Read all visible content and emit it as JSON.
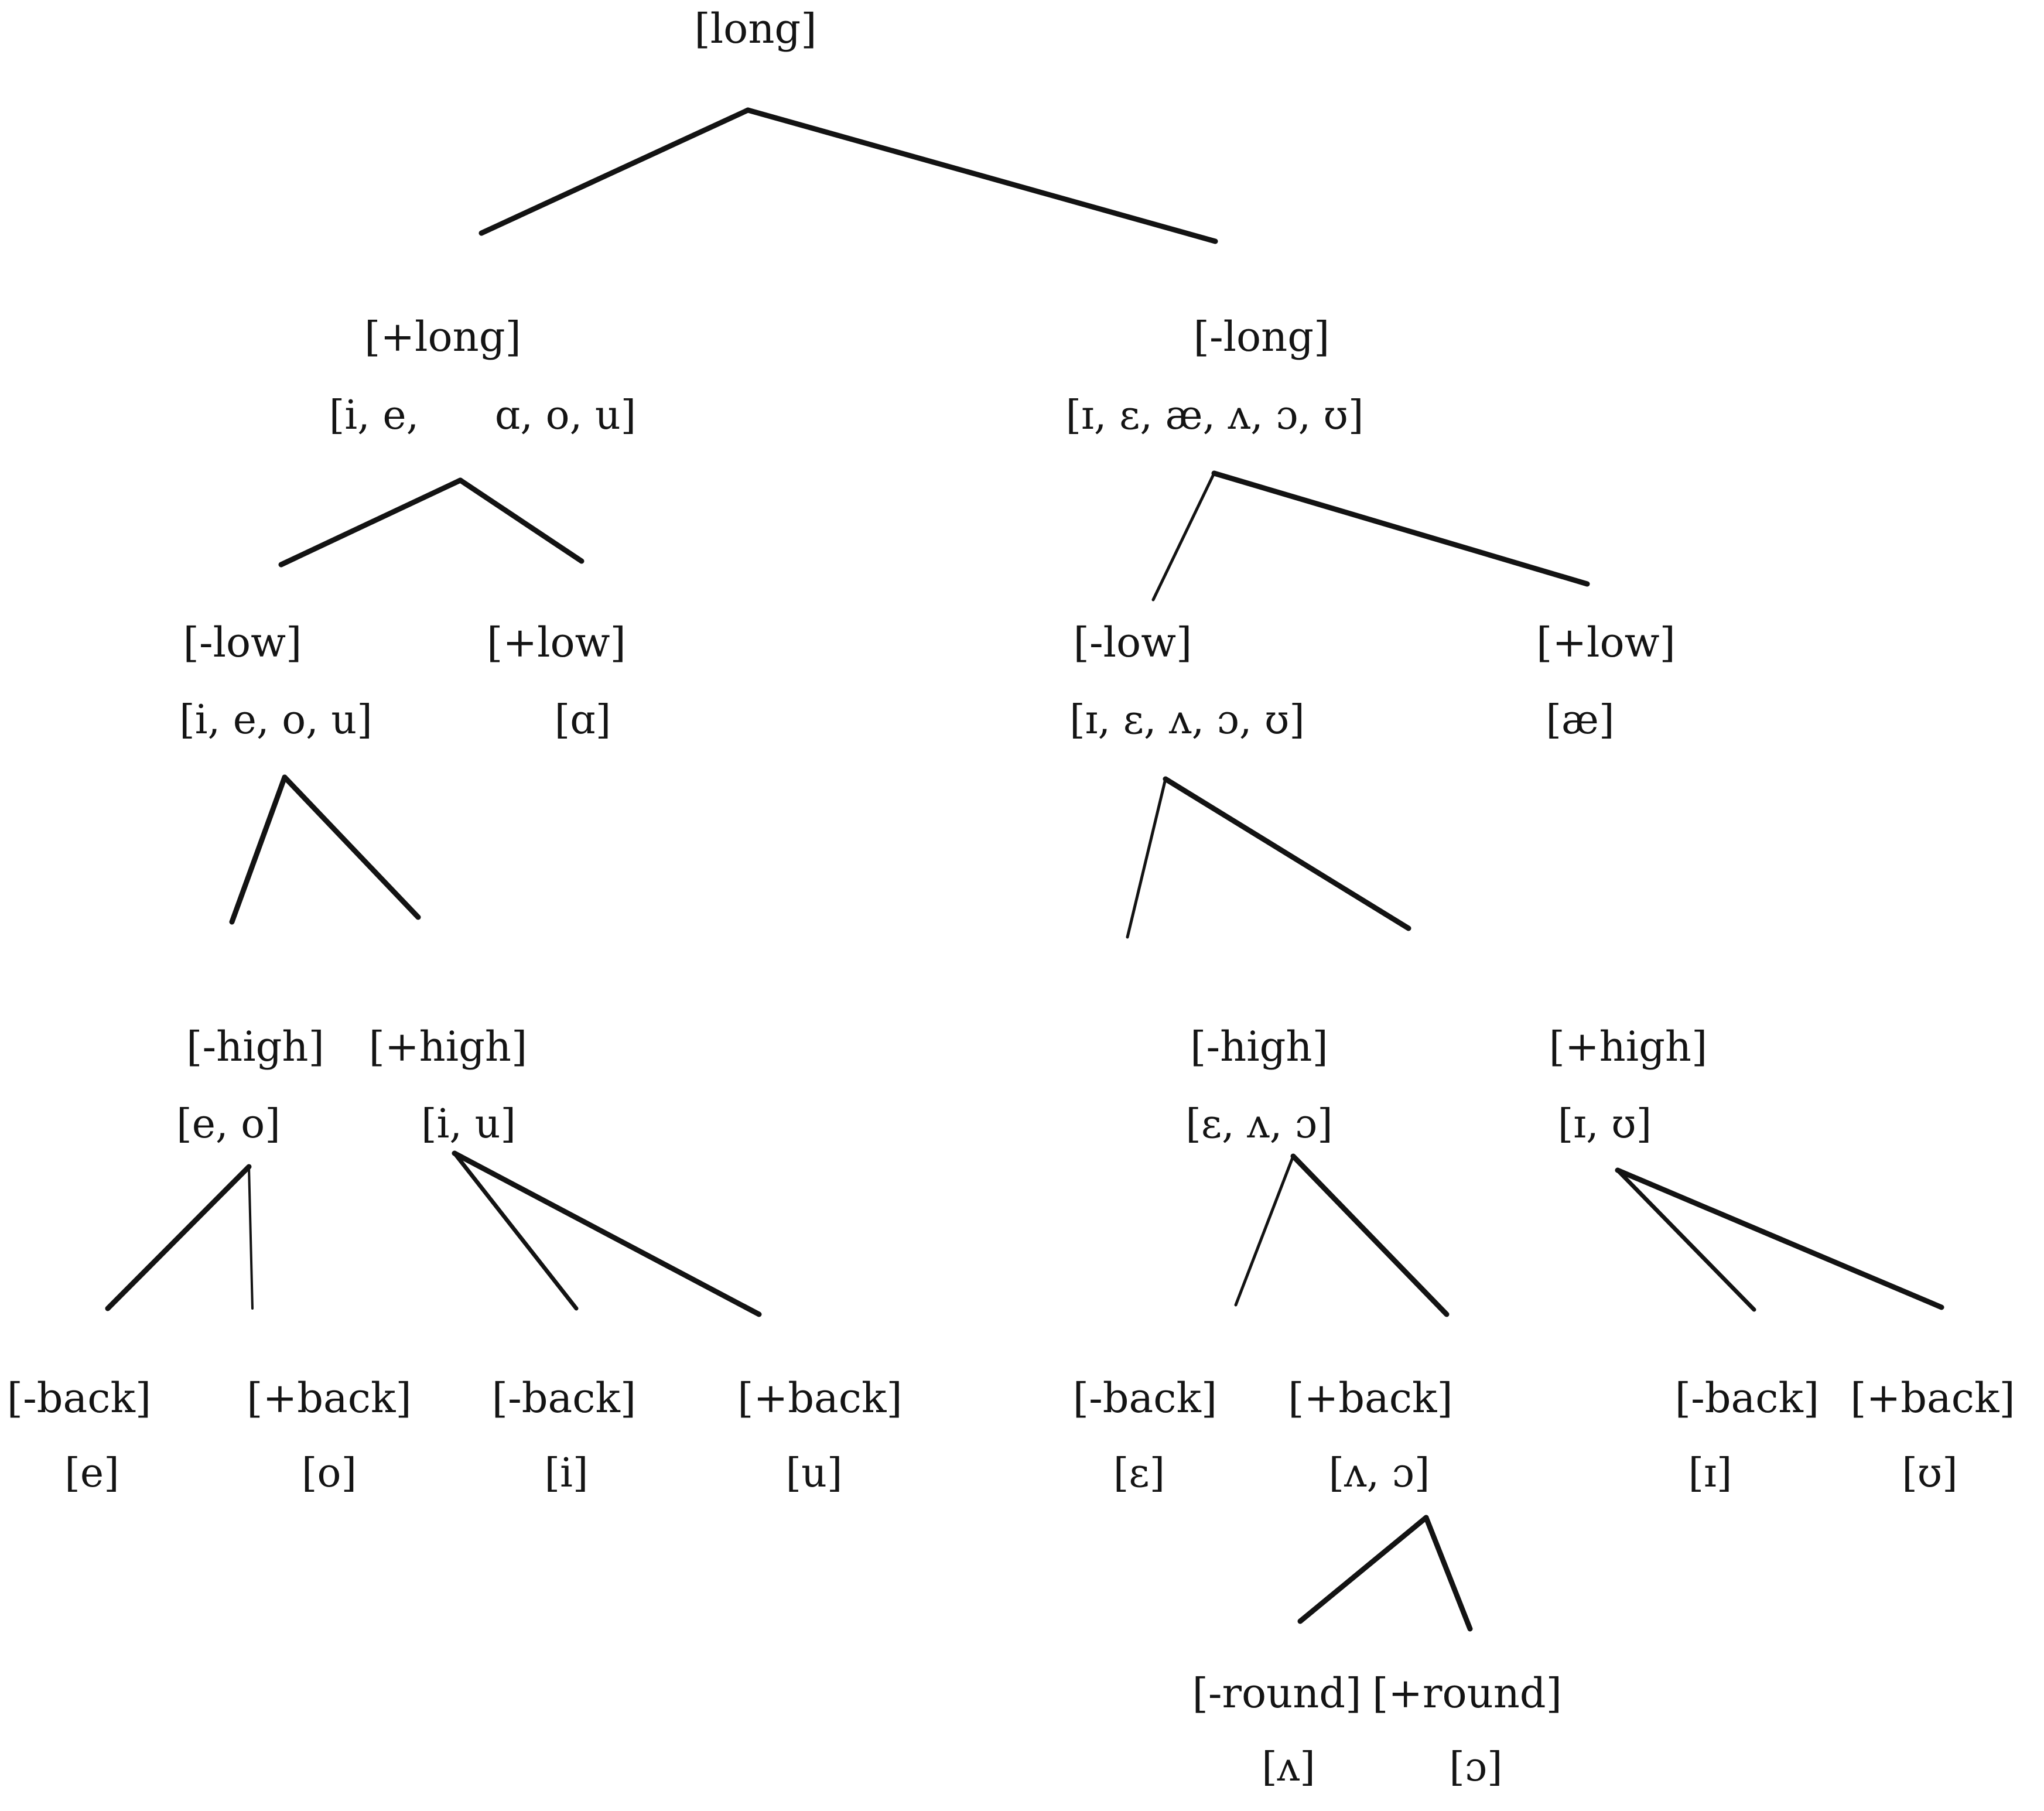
{
  "colors": {
    "ink": "#141414",
    "background": "#ffffff"
  },
  "nodes": {
    "root": {
      "feature": "[long]"
    },
    "plus_long": {
      "feature": "[+long]",
      "phonemes": "[i, e,      ɑ, o, u]"
    },
    "minus_long": {
      "feature": "[-long]",
      "phonemes": "[ɪ, ɛ, æ, ʌ, ɔ, ʊ]"
    },
    "long_minus_low": {
      "feature": "[-low]",
      "phonemes": "[i, e, o, u]"
    },
    "long_plus_low": {
      "feature": "[+low]",
      "phonemes": "[ɑ]"
    },
    "short_minus_low": {
      "feature": "[-low]",
      "phonemes": "[ɪ, ɛ, ʌ, ɔ, ʊ]"
    },
    "short_plus_low": {
      "feature": "[+low]",
      "phonemes": "[æ]"
    },
    "long_minus_high": {
      "feature": "[-high]",
      "phonemes": "[e, o]"
    },
    "long_plus_high": {
      "feature": "[+high]",
      "phonemes": "[i, u]"
    },
    "short_minus_high": {
      "feature": "[-high]",
      "phonemes": "[ɛ, ʌ, ɔ]"
    },
    "short_plus_high": {
      "feature": "[+high]",
      "phonemes": "[ɪ, ʊ]"
    },
    "back1": {
      "feature": "[-back]",
      "phonemes": "[e]"
    },
    "back2": {
      "feature": "[+back]",
      "phonemes": "[o]"
    },
    "back3": {
      "feature": "[-back]",
      "phonemes": "[i]"
    },
    "back4": {
      "feature": "[+back]",
      "phonemes": "[u]"
    },
    "back5": {
      "feature": "[-back]",
      "phonemes": "[ɛ]"
    },
    "back6": {
      "feature": "[+back]",
      "phonemes": "[ʌ, ɔ]"
    },
    "back7": {
      "feature": "[-back]",
      "phonemes": "[ɪ]"
    },
    "back8": {
      "feature": "[+back]",
      "phonemes": "[ʊ]"
    },
    "round_minus": {
      "feature": "[-round]",
      "phonemes": "[ʌ]"
    },
    "round_plus": {
      "feature": "[+round]",
      "phonemes": "[ɔ]"
    }
  }
}
